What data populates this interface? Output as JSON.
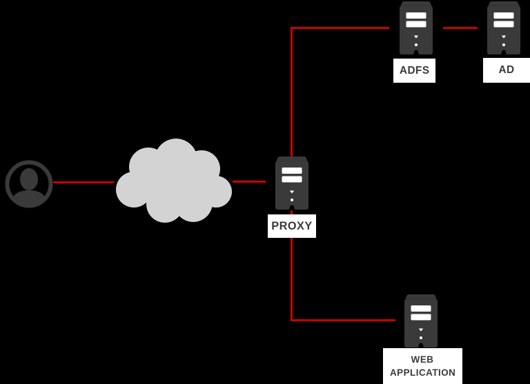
{
  "diagram": {
    "type": "network-architecture",
    "nodes": {
      "user": {
        "icon": "user-avatar-icon"
      },
      "internet": {
        "icon": "cloud-icon"
      },
      "proxy": {
        "icon": "server-tower-icon",
        "label": "PROXY"
      },
      "adfs": {
        "icon": "server-tower-icon",
        "label": "ADFS"
      },
      "ad": {
        "icon": "server-tower-icon",
        "label": "AD"
      },
      "webapp": {
        "icon": "server-tower-icon",
        "label_line1": "WEB",
        "label_line2": "APPLICATION"
      }
    },
    "connections": [
      {
        "from": "user",
        "to": "internet"
      },
      {
        "from": "internet",
        "to": "proxy"
      },
      {
        "from": "proxy",
        "to": "adfs"
      },
      {
        "from": "adfs",
        "to": "ad"
      },
      {
        "from": "proxy",
        "to": "webapp"
      }
    ]
  },
  "colors": {
    "background": "#000000",
    "line": "#cc0000",
    "icon": "#3a3a3a",
    "cloud": "#d3d3d3",
    "label_bg": "#ffffff",
    "label_text": "#3a3a3a"
  }
}
